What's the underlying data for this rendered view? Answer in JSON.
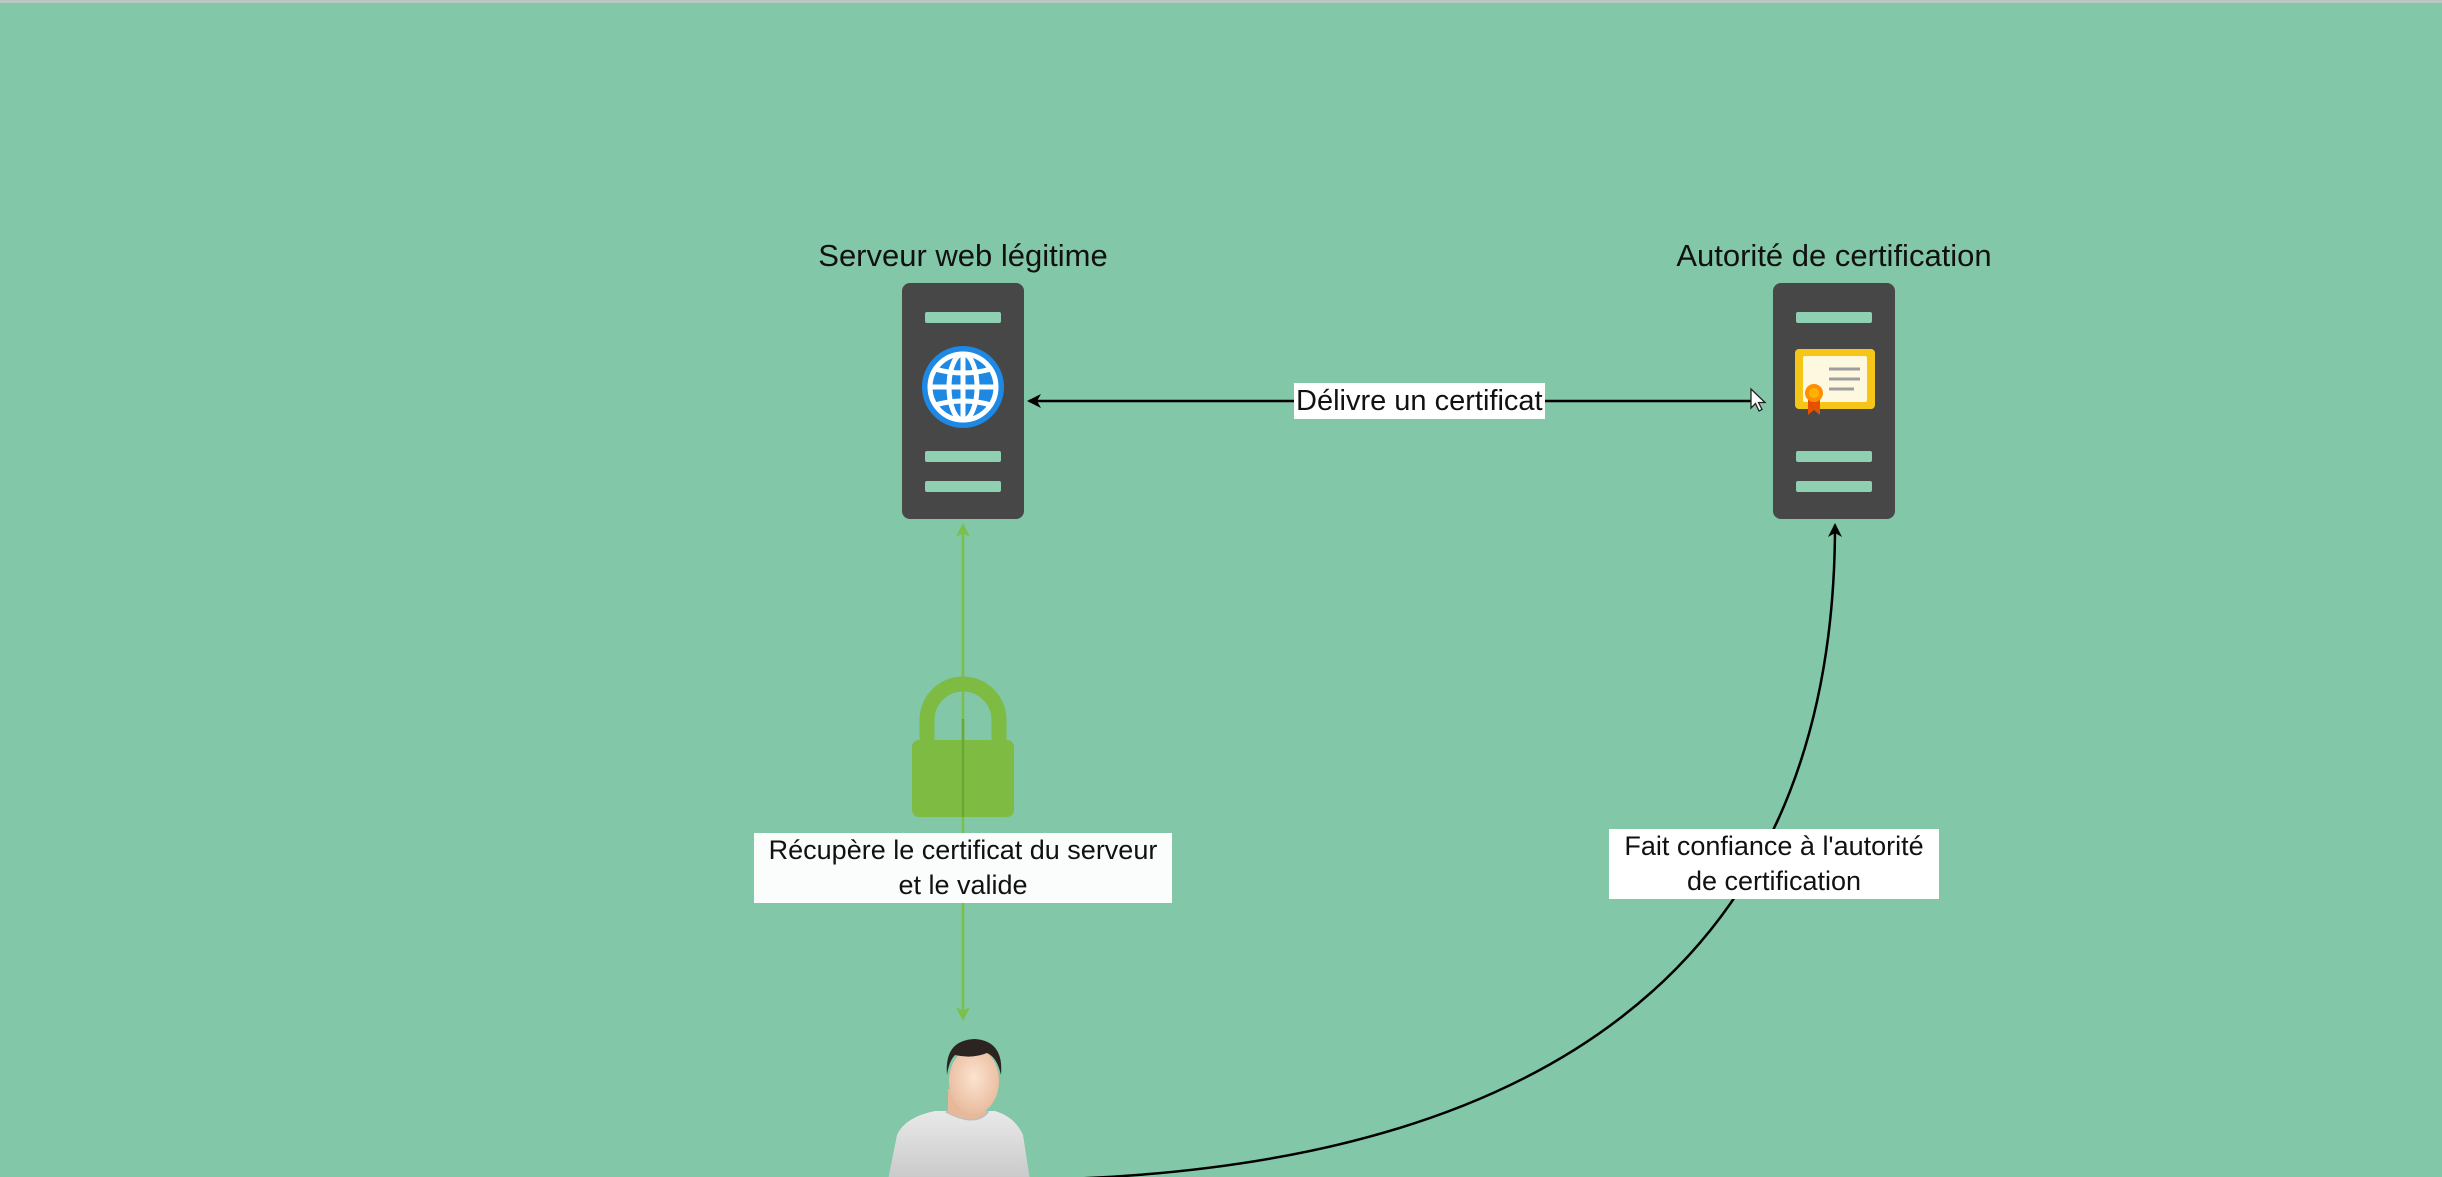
{
  "nodes": {
    "web_server": {
      "label": "Serveur web légitime"
    },
    "ca_server": {
      "label": "Autorité de certification"
    }
  },
  "edges": {
    "issue": {
      "label": "Délivre un certificat"
    },
    "validate": {
      "label": "Récupère le certificat du serveur\net le valide"
    },
    "trust": {
      "label": "Fait confiance à l'autorité\nde certification"
    }
  },
  "colors": {
    "background": "#82c7a7",
    "server": "#474747",
    "server_slot": "#8fd0b3",
    "tls_link": "#7cc04a",
    "lock": "#7dbb42",
    "arrow": "#000000",
    "globe": "#1e88e5",
    "certificate": "#f5c518"
  },
  "icons": {
    "web": "globe-icon",
    "ca": "certificate-icon",
    "lock": "lock-icon",
    "user": "user-avatar-icon",
    "cursor": "mouse-pointer-icon"
  }
}
